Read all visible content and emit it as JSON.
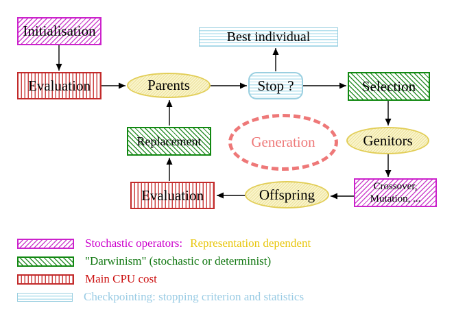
{
  "palette": {
    "magenta": "#cc22cc",
    "red": "#c22a2a",
    "green": "#118811",
    "cyan": "#9acfe0",
    "yellow": "#e2ce58",
    "gold_text": "#e8c60e",
    "salmon": "#ee7878"
  },
  "nodes": {
    "initialisation": {
      "label": "Initialisation"
    },
    "evaluation_top": {
      "label": "Evaluation"
    },
    "best_individual": {
      "label": "Best individual"
    },
    "parents": {
      "label": "Parents"
    },
    "stop": {
      "label": "Stop ?"
    },
    "selection": {
      "label": "Selection"
    },
    "replacement": {
      "label": "Replacement"
    },
    "generation": {
      "label": "Generation"
    },
    "genitors": {
      "label": "Genitors"
    },
    "evaluation_bottom": {
      "label": "Evaluation"
    },
    "offspring": {
      "label": "Offspring"
    },
    "crossover_mutation": {
      "line1": "Crossover,",
      "line2": "Mutation, ..."
    }
  },
  "edges": [
    {
      "from": "initialisation",
      "to": "evaluation_top"
    },
    {
      "from": "evaluation_top",
      "to": "parents"
    },
    {
      "from": "parents",
      "to": "stop"
    },
    {
      "from": "stop",
      "to": "best_individual"
    },
    {
      "from": "stop",
      "to": "selection"
    },
    {
      "from": "selection",
      "to": "genitors"
    },
    {
      "from": "genitors",
      "to": "crossover_mutation"
    },
    {
      "from": "crossover_mutation",
      "to": "offspring"
    },
    {
      "from": "offspring",
      "to": "evaluation_bottom"
    },
    {
      "from": "evaluation_bottom",
      "to": "replacement"
    },
    {
      "from": "replacement",
      "to": "parents"
    }
  ],
  "legend": {
    "stochastic": {
      "label": "Stochastic operators:",
      "label2": "Representation dependent"
    },
    "darwinism": {
      "label": "\"Darwinism\" (stochastic or determinist)"
    },
    "cpu": {
      "label": "Main CPU cost"
    },
    "checkpointing": {
      "label": "Checkpointing: stopping criterion and statistics"
    }
  }
}
